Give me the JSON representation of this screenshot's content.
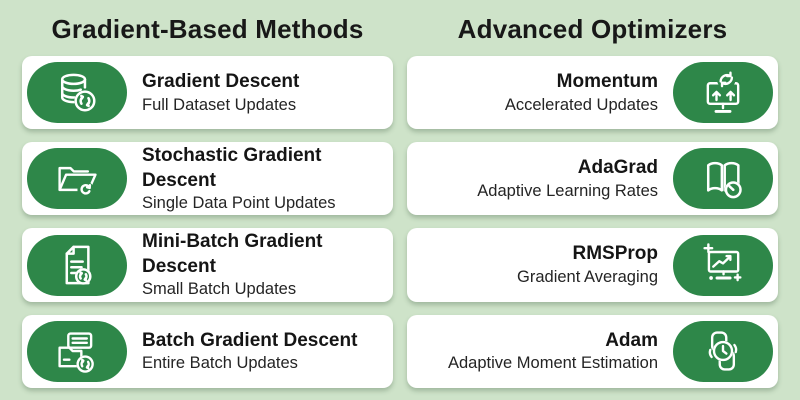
{
  "colors": {
    "background": "#cee3c9",
    "accent_green": "#2e8749",
    "card_background": "#ffffff",
    "text": "#181818"
  },
  "columns": [
    {
      "title": "Gradient-Based Methods",
      "cards": [
        {
          "title": "Gradient Descent",
          "subtitle": "Full Dataset Updates",
          "icon": "database-sync-icon"
        },
        {
          "title": "Stochastic Gradient Descent",
          "subtitle": "Single Data Point Updates",
          "icon": "folder-open-sync-icon"
        },
        {
          "title": "Mini-Batch Gradient Descent",
          "subtitle": "Small Batch Updates",
          "icon": "document-sync-icon"
        },
        {
          "title": "Batch Gradient Descent",
          "subtitle": "Entire Batch Updates",
          "icon": "folder-files-sync-icon"
        }
      ]
    },
    {
      "title": "Advanced Optimizers",
      "cards": [
        {
          "title": "Momentum",
          "subtitle": "Accelerated Updates",
          "icon": "monitor-up-arrows-sync-icon"
        },
        {
          "title": "AdaGrad",
          "subtitle": "Adaptive Learning Rates",
          "icon": "book-gauge-icon"
        },
        {
          "title": "RMSProp",
          "subtitle": "Gradient Averaging",
          "icon": "monitor-chart-sparkle-icon"
        },
        {
          "title": "Adam",
          "subtitle": "Adaptive Moment Estimation",
          "icon": "clock-refresh-cycle-icon"
        }
      ]
    }
  ]
}
